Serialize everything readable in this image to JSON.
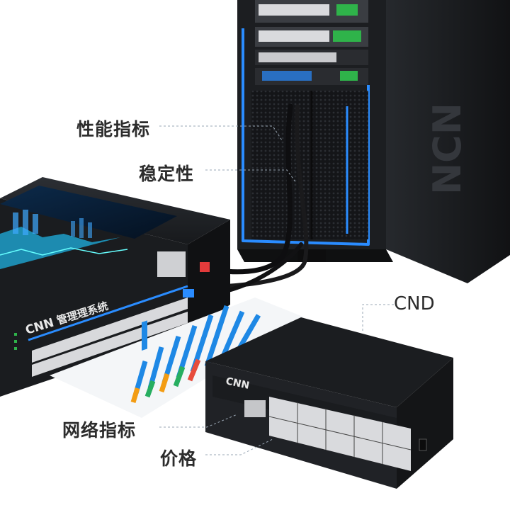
{
  "callouts": {
    "performance": "性能指标",
    "stability": "稳定性",
    "cnd": "CND",
    "network": "网络指标",
    "price": "价格"
  },
  "server": {
    "brand": "NCN"
  },
  "main_switch": {
    "brand": "CNN",
    "title": "管理理系统"
  },
  "small_switch": {
    "brand": "CNN"
  },
  "colors": {
    "accent_blue": "#2a8cff",
    "chassis": "#1b1d20",
    "port_green": "#2fb34a",
    "cable_red": "#e23b3b"
  }
}
